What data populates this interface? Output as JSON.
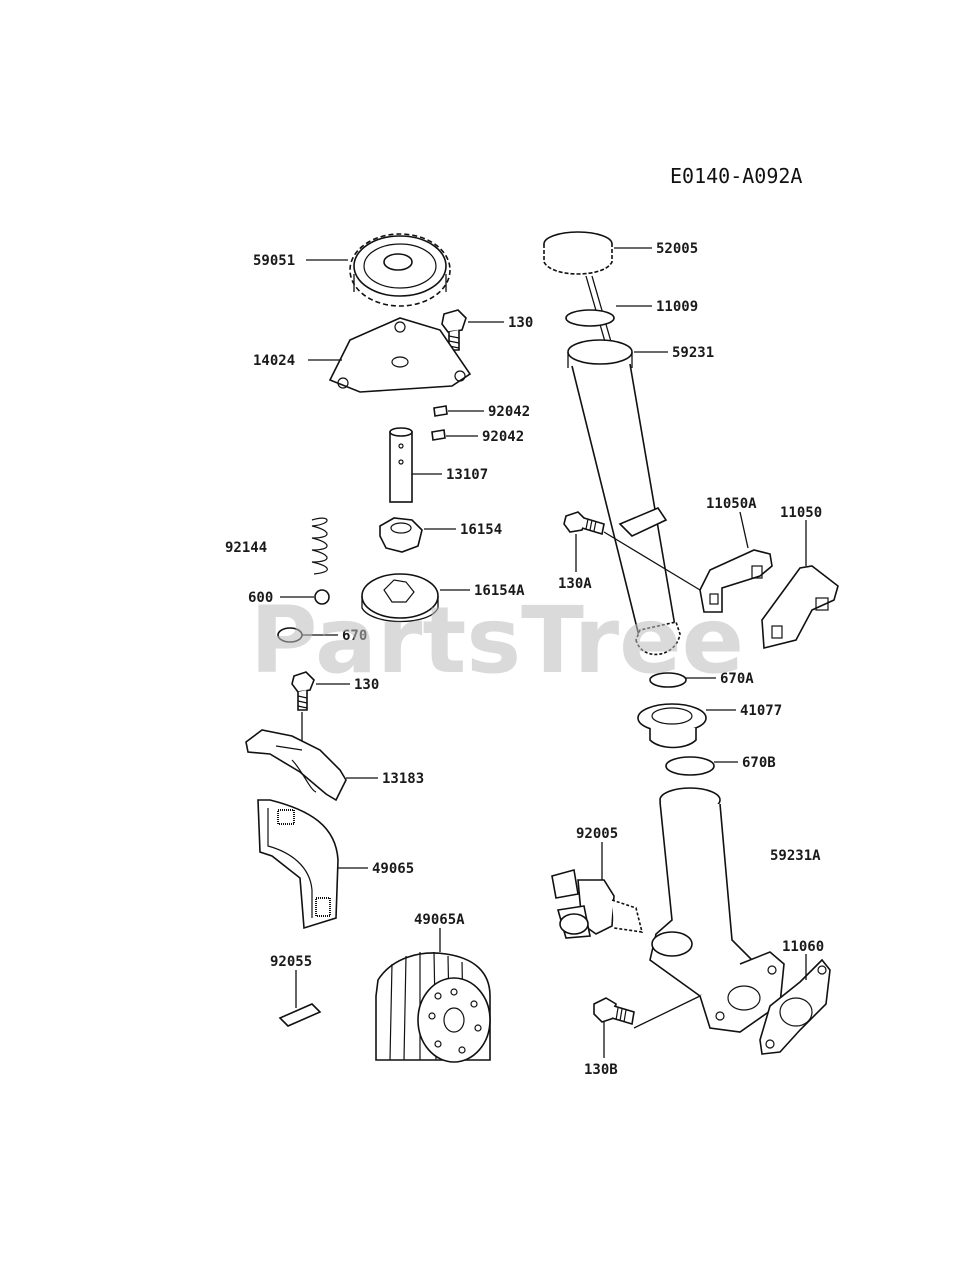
{
  "diagram": {
    "code": "E0140-A092A",
    "watermark": "PartsTree",
    "parts": [
      {
        "id": "59051",
        "label": "59051"
      },
      {
        "id": "130_top",
        "label": "130"
      },
      {
        "id": "14024",
        "label": "14024"
      },
      {
        "id": "92042_a",
        "label": "92042"
      },
      {
        "id": "92042_b",
        "label": "92042"
      },
      {
        "id": "13107",
        "label": "13107"
      },
      {
        "id": "16154",
        "label": "16154"
      },
      {
        "id": "92144",
        "label": "92144"
      },
      {
        "id": "16154A",
        "label": "16154A"
      },
      {
        "id": "600",
        "label": "600"
      },
      {
        "id": "670",
        "label": "670"
      },
      {
        "id": "130_mid",
        "label": "130"
      },
      {
        "id": "13183",
        "label": "13183"
      },
      {
        "id": "49065",
        "label": "49065"
      },
      {
        "id": "49065A",
        "label": "49065A"
      },
      {
        "id": "92055",
        "label": "92055"
      },
      {
        "id": "52005",
        "label": "52005"
      },
      {
        "id": "11009",
        "label": "11009"
      },
      {
        "id": "59231",
        "label": "59231"
      },
      {
        "id": "11050A",
        "label": "11050A"
      },
      {
        "id": "11050",
        "label": "11050"
      },
      {
        "id": "130A",
        "label": "130A"
      },
      {
        "id": "670A",
        "label": "670A"
      },
      {
        "id": "41077",
        "label": "41077"
      },
      {
        "id": "670B",
        "label": "670B"
      },
      {
        "id": "92005",
        "label": "92005"
      },
      {
        "id": "59231A",
        "label": "59231A"
      },
      {
        "id": "11060",
        "label": "11060"
      },
      {
        "id": "130B",
        "label": "130B"
      }
    ]
  }
}
